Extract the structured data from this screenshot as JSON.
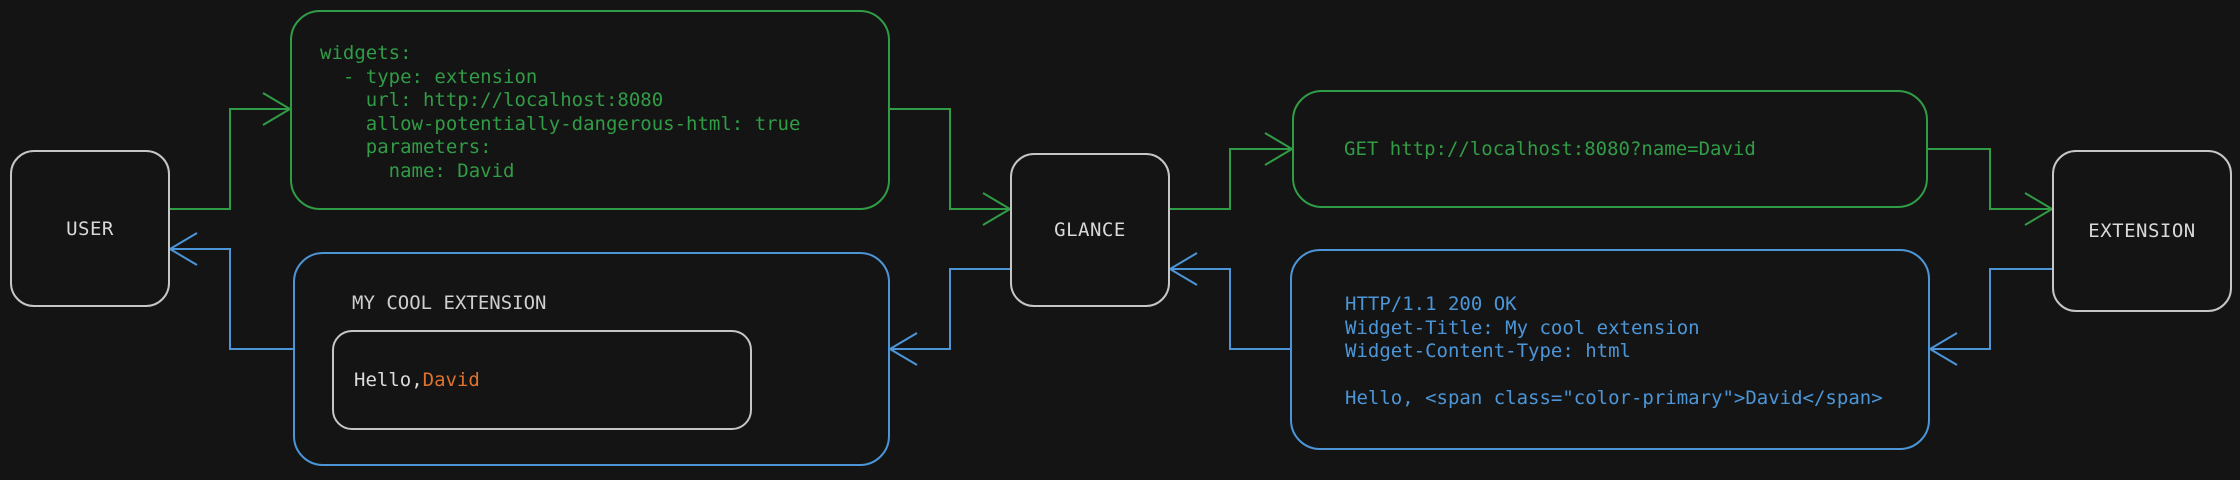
{
  "diagram": {
    "nodes": {
      "user": "USER",
      "glance": "GLANCE",
      "extension": "EXTENSION"
    },
    "config_box": {
      "code": "widgets:\n  - type: extension\n    url: http://localhost:8080\n    allow-potentially-dangerous-html: true\n    parameters:\n      name: David"
    },
    "request_box": {
      "code": "GET http://localhost:8080?name=David"
    },
    "response_box": {
      "code": "HTTP/1.1 200 OK\nWidget-Title: My cool extension\nWidget-Content-Type: html\n\nHello, <span class=\"color-primary\">David</span>"
    },
    "widget_box": {
      "title": "MY COOL EXTENSION",
      "greeting_prefix": "Hello, ",
      "greeting_name": "David"
    },
    "colors": {
      "green": "#319c46",
      "blue": "#4c96d8",
      "orange": "#df732d",
      "node_border": "#c6c6c6",
      "background": "#141414"
    }
  }
}
